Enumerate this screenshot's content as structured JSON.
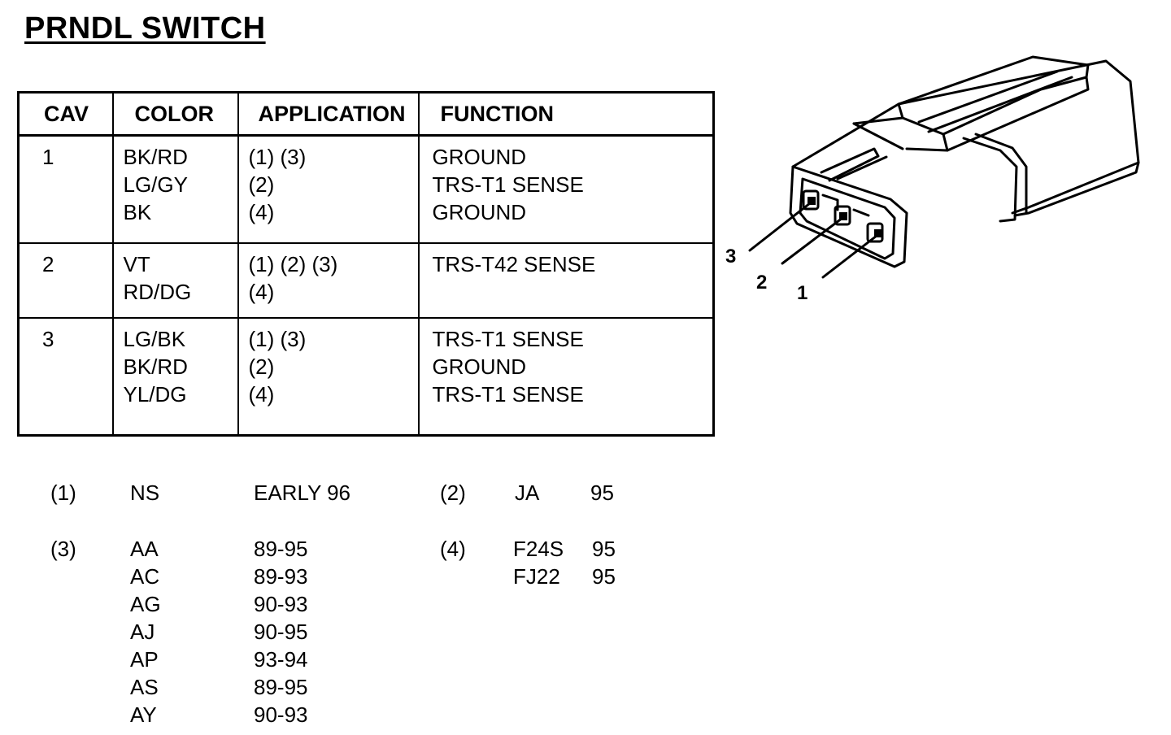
{
  "title": "PRNDL SWITCH",
  "table": {
    "headers": {
      "cav": "CAV",
      "color": "COLOR",
      "application": "APPLICATION",
      "function": "FUNCTION"
    },
    "rows": [
      {
        "cav": "1",
        "colors": [
          "BK/RD",
          "LG/GY",
          "BK"
        ],
        "applications": [
          "(1) (3)",
          "(2)",
          "(4)"
        ],
        "functions": [
          "GROUND",
          "TRS-T1 SENSE",
          "GROUND"
        ]
      },
      {
        "cav": "2",
        "colors": [
          "VT",
          "RD/DG"
        ],
        "applications": [
          "(1) (2) (3)",
          "(4)"
        ],
        "functions": [
          "TRS-T42 SENSE"
        ]
      },
      {
        "cav": "3",
        "colors": [
          "LG/BK",
          "BK/RD",
          "YL/DG"
        ],
        "applications": [
          "(1) (3)",
          "(2)",
          "(4)"
        ],
        "functions": [
          "TRS-T1 SENSE",
          "GROUND",
          "TRS-T1 SENSE"
        ]
      }
    ]
  },
  "notes": {
    "n1": {
      "key": "(1)",
      "code": "NS",
      "years": "EARLY 96"
    },
    "n2": {
      "key": "(2)",
      "code": "JA",
      "years": "95"
    },
    "n3": {
      "key": "(3)",
      "codes": [
        "AA",
        "AC",
        "AG",
        "AJ",
        "AP",
        "AS",
        "AY"
      ],
      "years": [
        "89-95",
        "89-93",
        "90-93",
        "90-95",
        "93-94",
        "89-95",
        "90-93"
      ]
    },
    "n4": {
      "key": "(4)",
      "codes": [
        "F24S",
        "FJ22"
      ],
      "years": [
        "95",
        "95"
      ]
    }
  },
  "connector": {
    "pin_labels": [
      "3",
      "2",
      "1"
    ]
  }
}
